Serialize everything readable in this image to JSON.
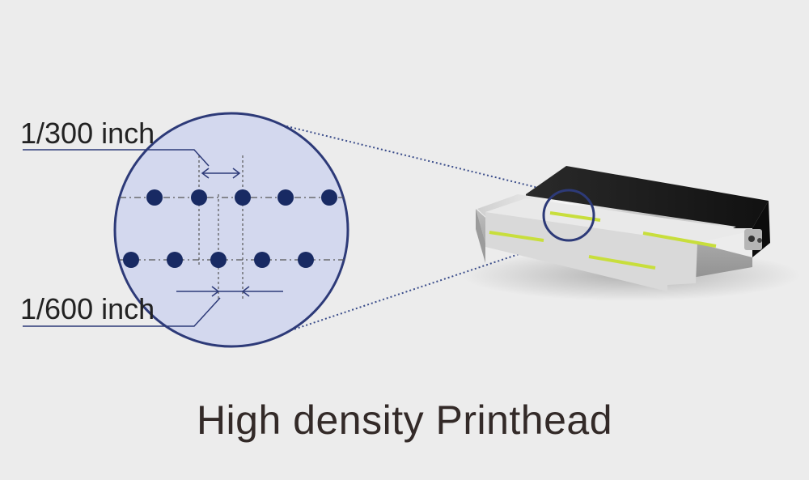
{
  "labels": {
    "pitch_300": "1/300 inch",
    "pitch_600": "1/600 inch"
  },
  "caption": "High density Printhead",
  "colors": {
    "background": "#ececec",
    "circle_fill": "#d3d8ee",
    "circle_stroke": "#2d3a78",
    "nozzle": "#182a63",
    "caption_text": "#332a28",
    "ink_stripe": "#c8de3c"
  },
  "nozzle_rows": [
    {
      "count": 5
    },
    {
      "count": 5
    }
  ]
}
